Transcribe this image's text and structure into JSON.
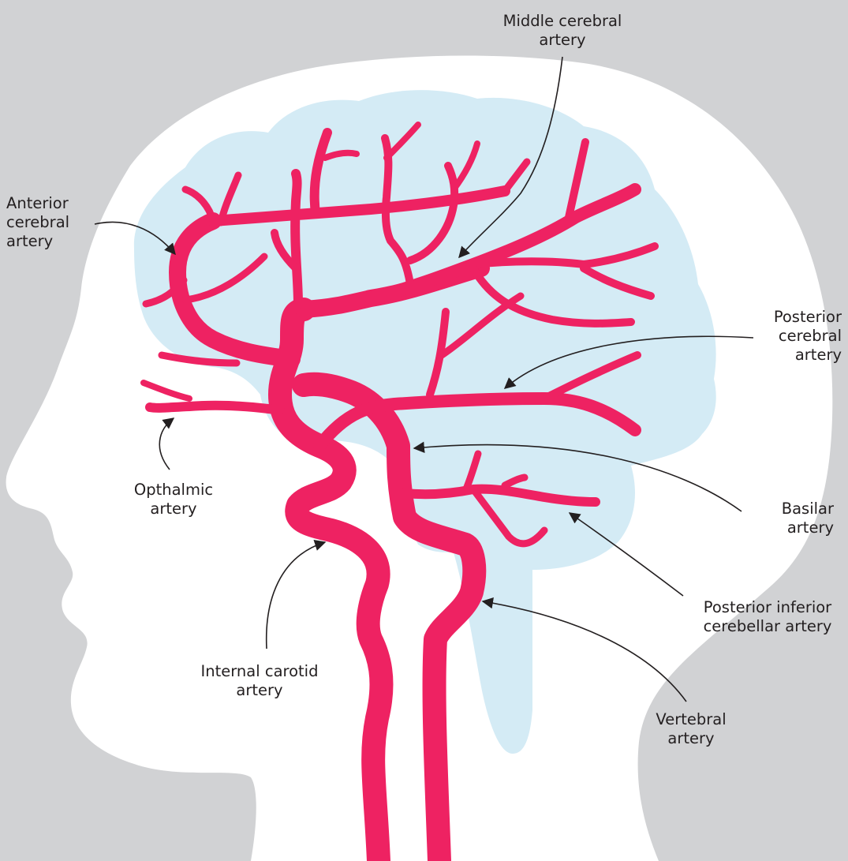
{
  "colors": {
    "background": "#d1d2d4",
    "head": "#ffffff",
    "brain": "#d4ebf5",
    "artery": "#ee2262",
    "text": "#231f20"
  },
  "labels": {
    "middle_cerebral": "Middle cerebral\nartery",
    "anterior_cerebral": "Anterior\ncerebral\nartery",
    "posterior_cerebral": "Posterior\ncerebral\nartery",
    "opthalmic": "Opthalmic\nartery",
    "basilar": "Basilar\nartery",
    "posterior_inferior_cerebellar": "Posterior inferior\ncerebellar artery",
    "internal_carotid": "Internal carotid\nartery",
    "vertebral": "Vertebral\nartery"
  }
}
